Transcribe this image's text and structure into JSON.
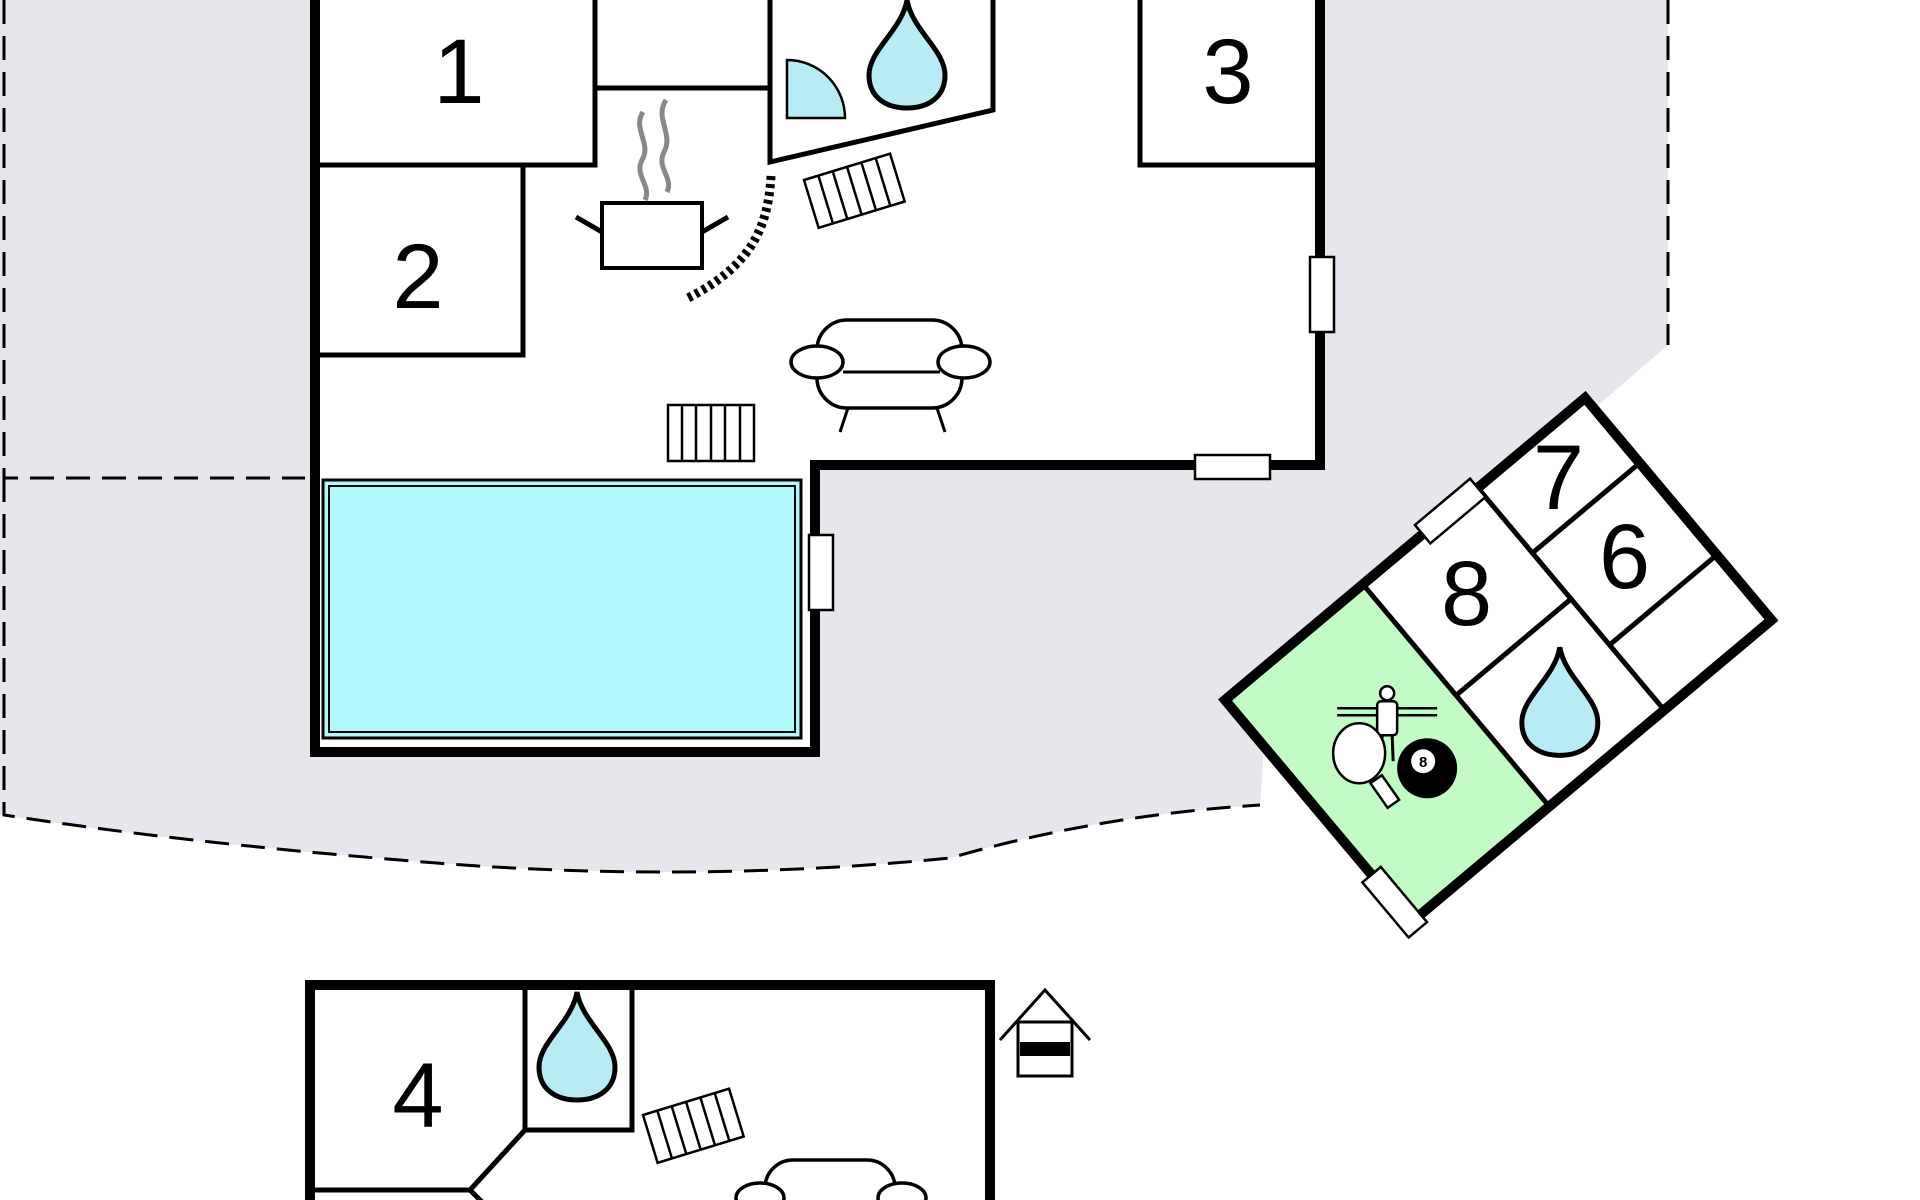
{
  "plan": {
    "colors": {
      "terrace": "#e6e6ec",
      "pool": "#aff8fb",
      "activity_room": "#c2fcc4",
      "water_drop": "#b8ecf4",
      "walls": "#000000",
      "background": "#ffffff"
    },
    "rooms": [
      {
        "key": "r1",
        "label": "1"
      },
      {
        "key": "r2",
        "label": "2"
      },
      {
        "key": "r3",
        "label": "3"
      },
      {
        "key": "r4",
        "label": "4"
      },
      {
        "key": "r6",
        "label": "6"
      },
      {
        "key": "r7",
        "label": "7"
      },
      {
        "key": "r8",
        "label": "8"
      }
    ],
    "icons": {
      "bathroom": "water-drop-icon",
      "shower": "shower-corner-icon",
      "kitchen": "cooking-pot-icon",
      "living": "sofa-icon",
      "heating": "radiator-icon",
      "door": "door-icon",
      "billiards": "billiard-ball-icon",
      "foosball": "foosball-figure-icon",
      "table_tennis": "table-tennis-paddle-icon",
      "annex": "doghouse-icon"
    },
    "billiard_ball_number": "8"
  }
}
